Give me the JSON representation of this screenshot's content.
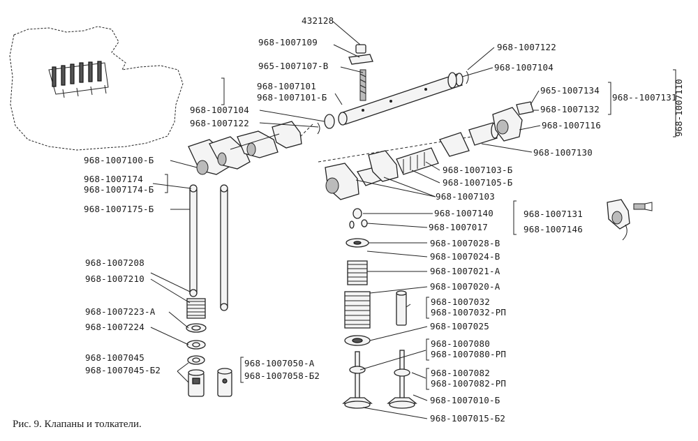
{
  "caption": "Рис. 9. Клапаны и толкатели.",
  "labels": {
    "p432128": "432128",
    "p1007109": "968-1007109",
    "p1007107v": "965-1007107-В",
    "p1007101": "968-1007101",
    "p1007101b": "968-1007101-Б",
    "p1007104a": "968-1007104",
    "p1007122a": "968-1007122",
    "p1007100b": "968-1007100-Б",
    "p1007174": "968-1007174",
    "p1007174b": "968-1007174-Б",
    "p1007175b": "968-1007175-Б",
    "p1007208": "968-1007208",
    "p1007210": "968-1007210",
    "p1007223a": "968-1007223-А",
    "p1007224": "968-1007224",
    "p1007045": "968-1007045",
    "p1007045b2": "968-1007045-Б2",
    "p1007050a": "968-1007050-А",
    "p1007058b2": "968-1007058-Б2",
    "p1007122b": "968-1007122",
    "p1007104b": "968-1007104",
    "p1007134": "965-1007134",
    "p1007132": "968-1007132",
    "p1007131a": "968--1007131",
    "p1007110": "968-1007110",
    "p1007116": "968-1007116",
    "p1007130": "968-1007130",
    "p1007103b": "968-1007103-Б",
    "p1007105b": "968-1007105-Б",
    "p1007103": "968-1007103",
    "p1007140": "968-1007140",
    "p1007017": "968-1007017",
    "p1007131b": "968-1007131",
    "p1007146": "968-1007146",
    "p1007028v": "968-1007028-В",
    "p1007024v": "968-1007024-В",
    "p1007021a": "968-1007021-А",
    "p1007020a": "968-1007020-А",
    "p1007032": "968-1007032",
    "p1007032rp": "968-1007032-РП",
    "p1007025": "968-1007025",
    "p1007080": "968-1007080",
    "p1007080rp": "968-1007080-РП",
    "p1007082": "968-1007082",
    "p1007082rp": "968-1007082-РП",
    "p1007010b": "968-1007010-Б",
    "p1007015b2": "968-1007015-Б2"
  }
}
